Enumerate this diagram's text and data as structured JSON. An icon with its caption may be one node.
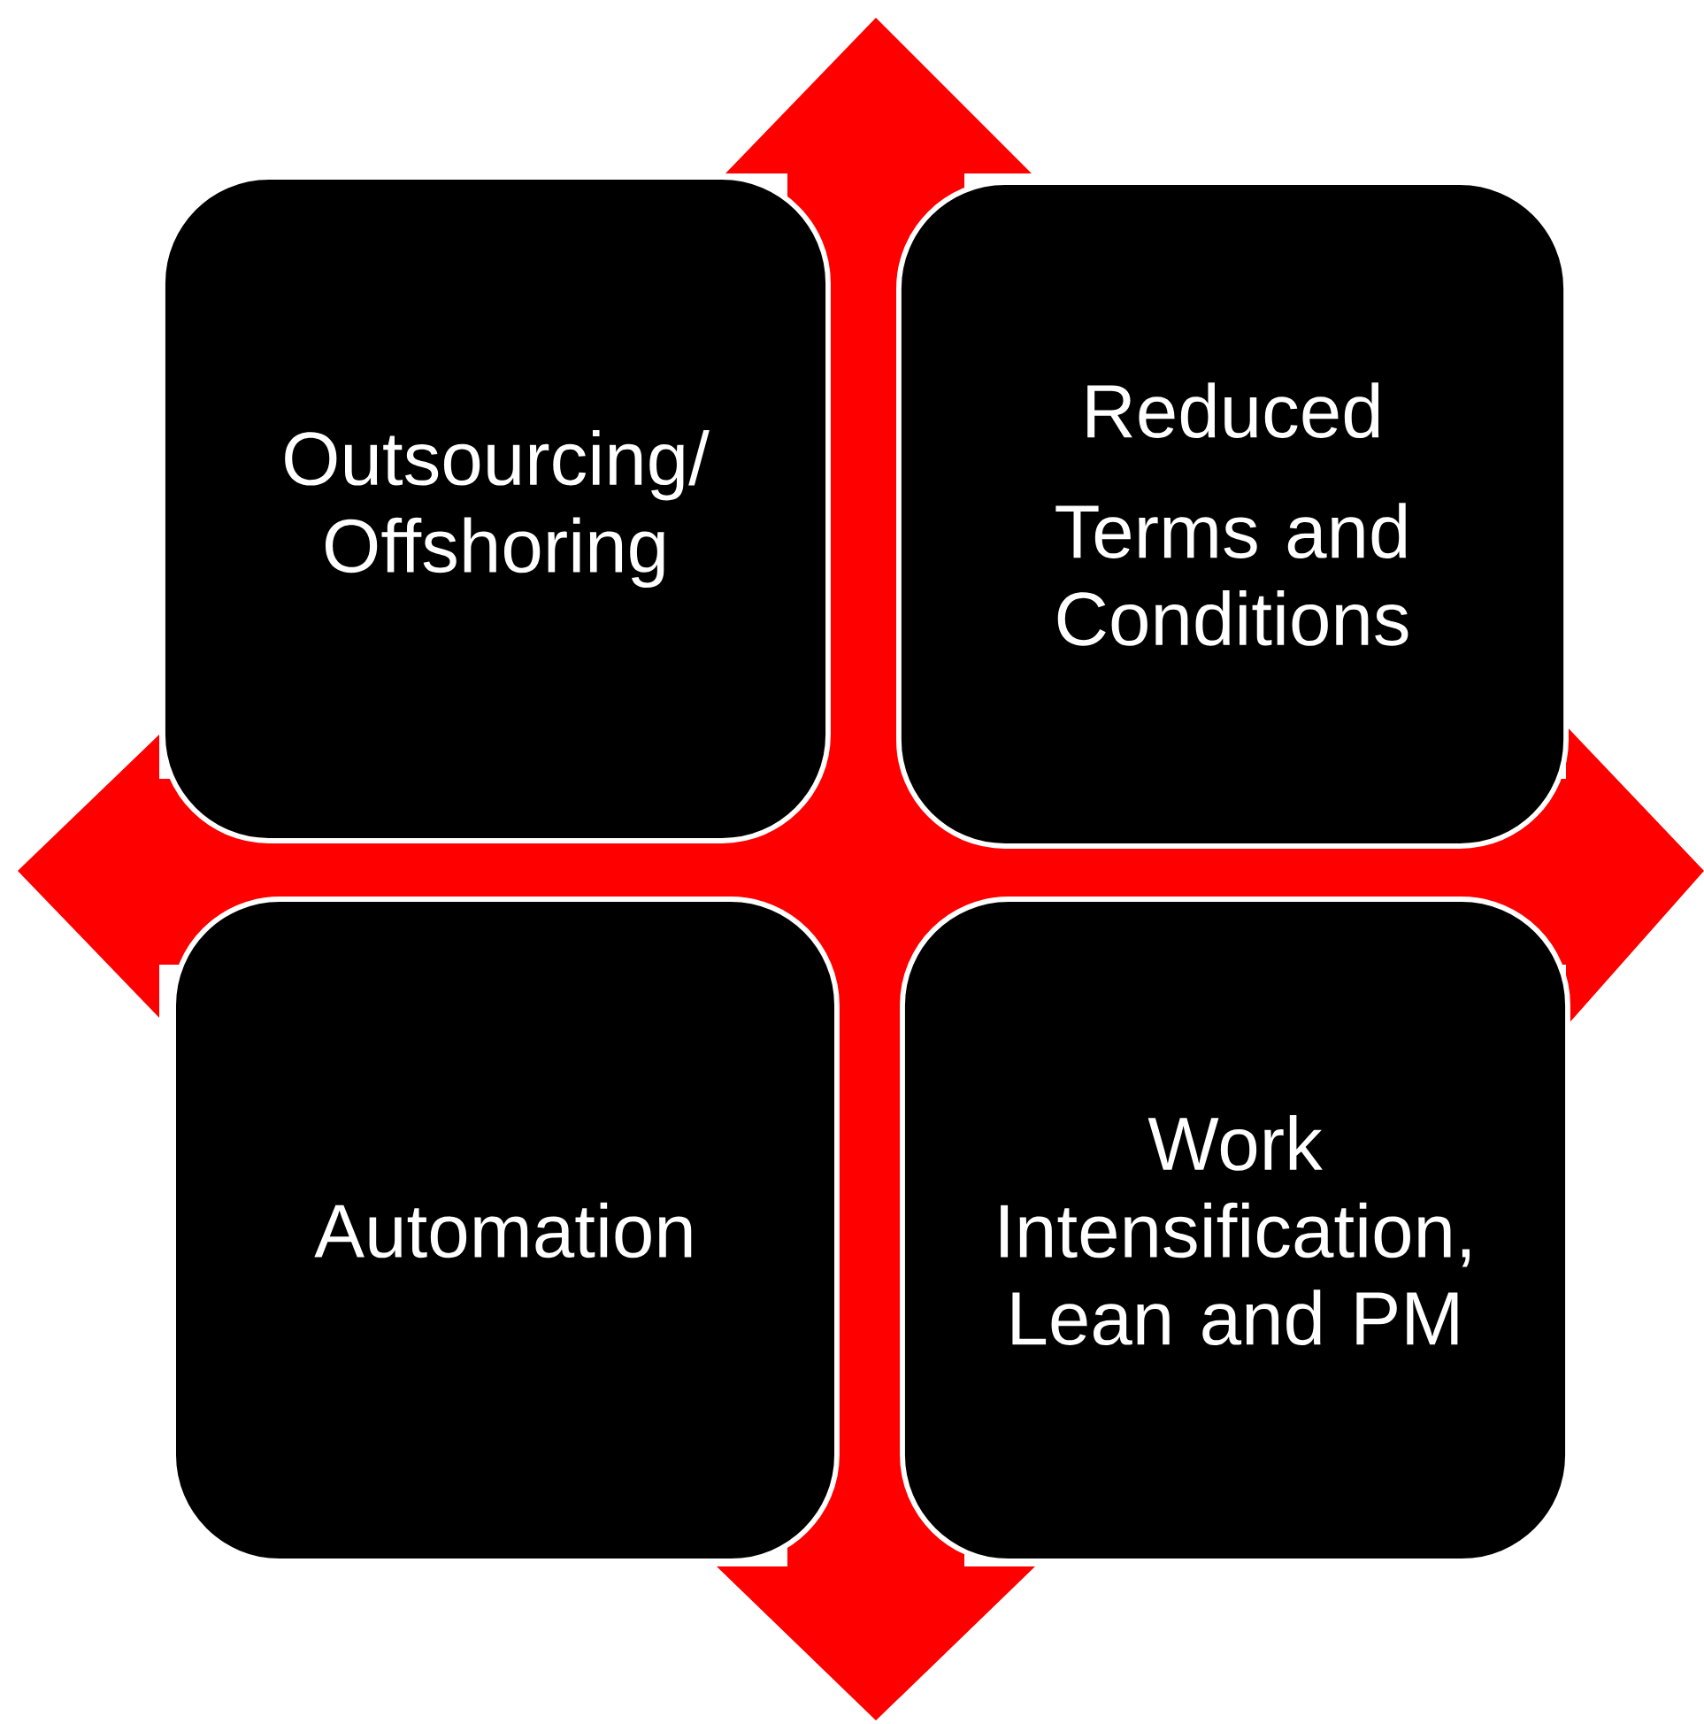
{
  "diagram": {
    "nodes": [
      {
        "text": [
          "Outsourcing/ Offshoring"
        ]
      },
      {
        "text": [
          "Reduced",
          "Terms and Conditions"
        ]
      },
      {
        "text": [
          "Automation"
        ]
      },
      {
        "text": [
          "Work Intensification, Lean and PM"
        ]
      }
    ]
  }
}
